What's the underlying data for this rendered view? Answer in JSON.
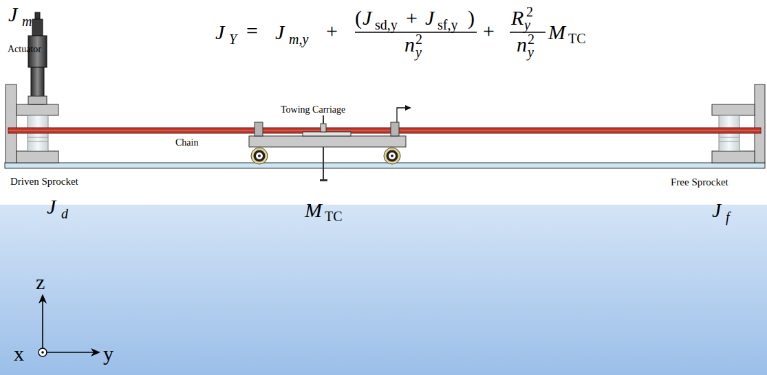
{
  "diagram": {
    "labels": [
      "J",
      "Y",
      "=",
      "J",
      "m,y",
      "+",
      "(",
      "J",
      "sd,y",
      "+",
      "J",
      "sf,y",
      ")",
      "n",
      "y",
      "2",
      "+",
      "R",
      "y",
      "2",
      "n",
      "y",
      "2",
      "M",
      "TC",
      "J",
      "m",
      "Actuator",
      "Towing Carriage",
      "Chain",
      "Driven Sprocket",
      "Free Sprocket",
      "J",
      "d",
      "M",
      "TC",
      "J",
      "f",
      "z",
      "x",
      "y"
    ]
  }
}
